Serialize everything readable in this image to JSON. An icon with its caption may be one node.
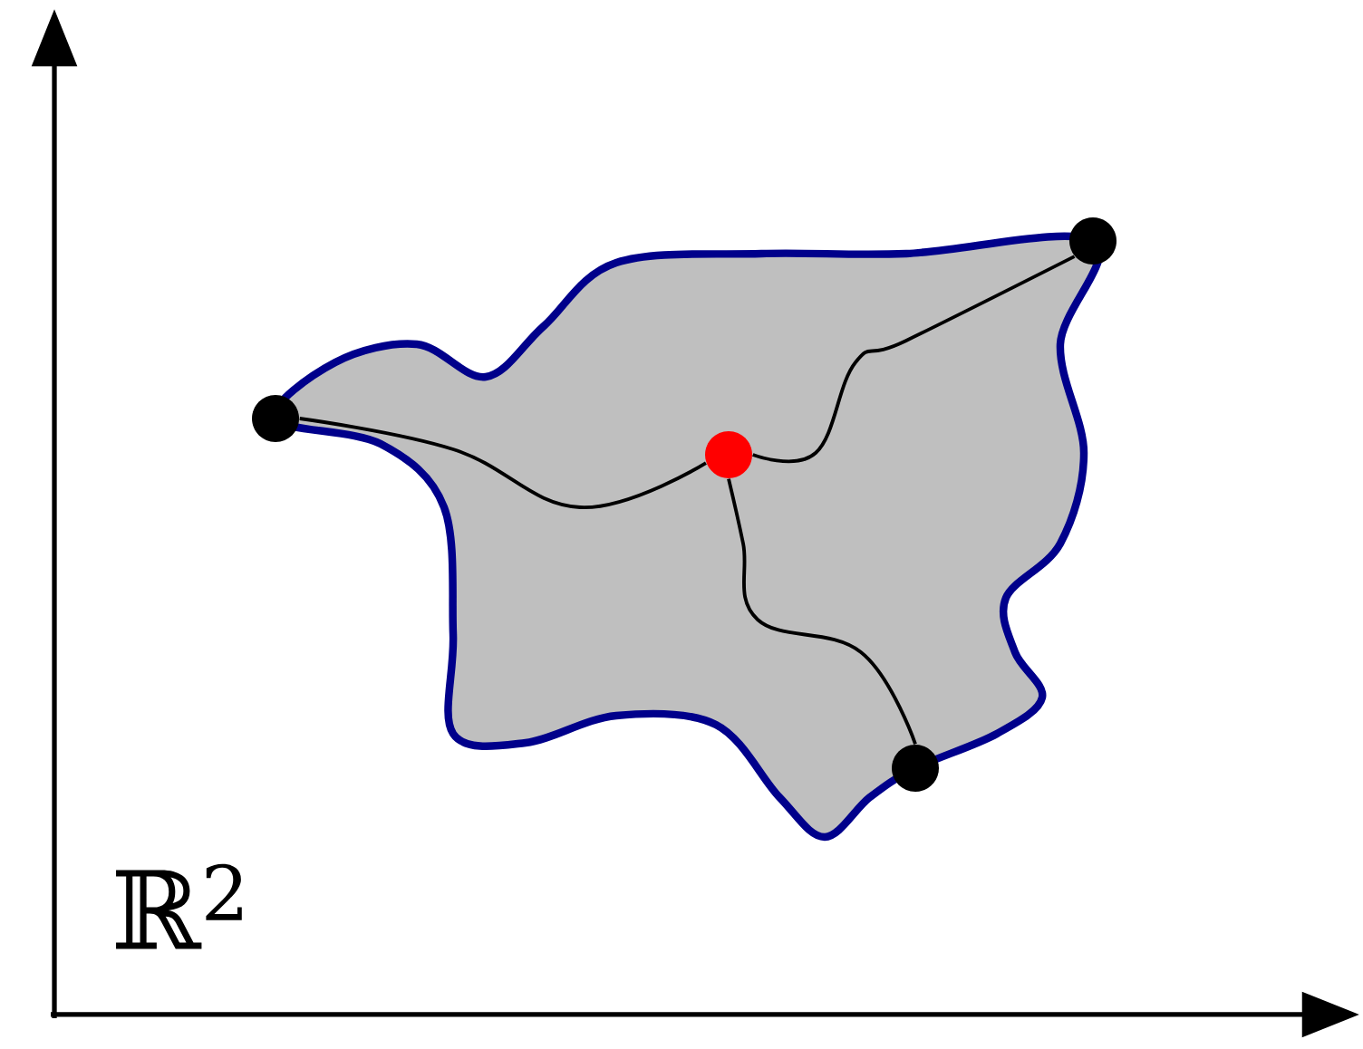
{
  "diagram": {
    "nodes": [
      {
        "text": [],
        "shape": "circle"
      },
      {
        "text": [],
        "shape": "circle"
      },
      {
        "text": [],
        "shape": "circle"
      },
      {
        "text": [],
        "shape": "circle"
      }
    ],
    "edges": [
      {
        "from": 2,
        "to": 0,
        "arrow": "none"
      },
      {
        "from": 2,
        "to": 1,
        "arrow": "none"
      },
      {
        "from": 2,
        "to": 3,
        "arrow": "none"
      }
    ],
    "labels": [
      "ℝ$^{2}$"
    ]
  }
}
